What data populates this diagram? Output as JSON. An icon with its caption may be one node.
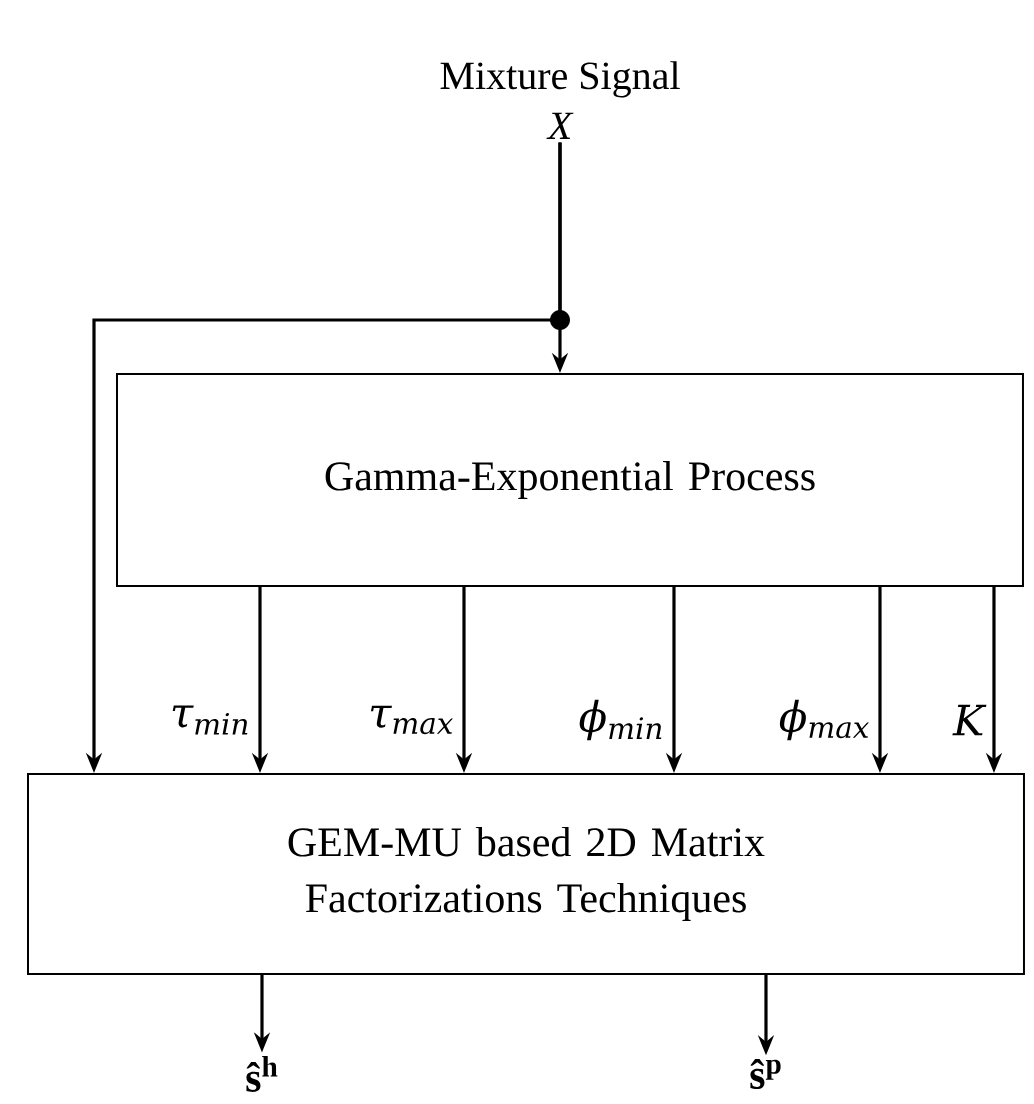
{
  "diagram": {
    "nodes": [
      {
        "text": [
          "Mixture Signal",
          "X"
        ]
      },
      {
        "text": [
          "Gamma-Exponential Process"
        ]
      },
      {
        "text": [
          "GEM-MU based 2D Matrix Factorizations Techniques"
        ]
      },
      {
        "text": [
          "ŝ$^{h}$"
        ]
      },
      {
        "text": [
          "ŝ$^{p}$"
        ]
      }
    ],
    "edges": [
      {
        "from": 0,
        "to": 1,
        "arrow": "to"
      },
      {
        "from": 0,
        "to": 2,
        "arrow": "to"
      },
      {
        "from": 1,
        "to": 2,
        "arrow": "to",
        "label": "τ$_{min}$"
      },
      {
        "from": 1,
        "to": 2,
        "arrow": "to",
        "label": "τ$_{max}$"
      },
      {
        "from": 1,
        "to": 2,
        "arrow": "to",
        "label": "ϕ$_{min}$"
      },
      {
        "from": 1,
        "to": 2,
        "arrow": "to",
        "label": "ϕ$_{max}$"
      },
      {
        "from": 1,
        "to": 2,
        "arrow": "to",
        "label": "K"
      },
      {
        "from": 2,
        "to": 3,
        "arrow": "to"
      },
      {
        "from": 2,
        "to": 4,
        "arrow": "to"
      }
    ]
  }
}
